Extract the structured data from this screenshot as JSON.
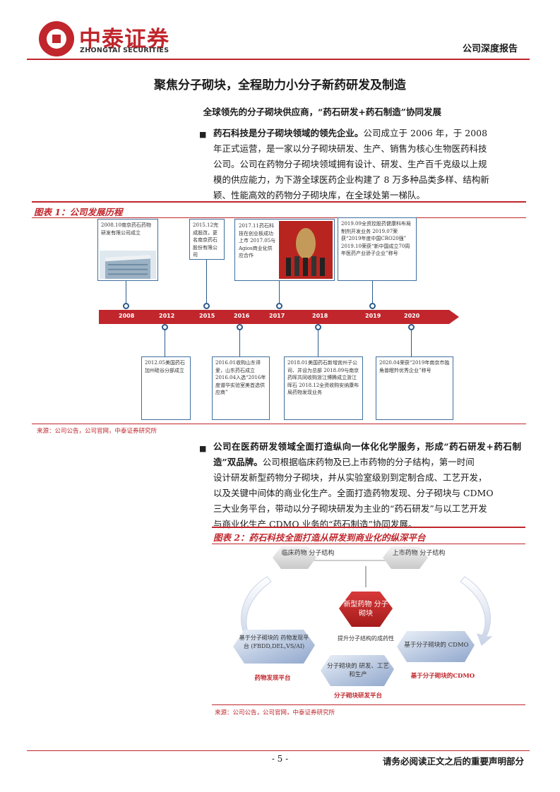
{
  "header": {
    "brand_cn": "中泰证券",
    "brand_en": "ZHONGTAI SECURITIES",
    "report_type": "公司深度报告"
  },
  "section_title": "聚焦分子砌块，全程助力小分子新药研发及制造",
  "section_subtitle": "全球领先的分子砌块供应商，“药石研发+药石制造”协同发展",
  "bullet1": {
    "bold": "药石科技是分子砌块领域的领先企业。",
    "lines": [
      "公司成立于 2006 年，于 2008",
      "年正式运营，是一家以分子砌块研发、生产、销售为核心生物医药科技",
      "公司。公司在药物分子砌块领域拥有设计、研发、生产百千克级以上规",
      "模的供应能力，为下游全球医药企业构建了 8 万多种品类多样、结构新",
      "颖、性能高效的药物分子砌块库，在全球处第一梯队。"
    ]
  },
  "fig1": {
    "title": "图表 1：公司发展历程",
    "source": "来源：公司公告，公司官网，中泰证券研究所",
    "years": [
      "2008",
      "2012",
      "2015",
      "2016",
      "2017",
      "2018",
      "2019",
      "2020"
    ],
    "top_boxes": [
      {
        "year": "2008",
        "text": "2008.10南京药石药物研发有限公司成立"
      },
      {
        "year": "2015",
        "text": "2015.12完成股改，更名南京药石股份有限公司"
      },
      {
        "year": "2017",
        "text": "2017.11药石科技在创业板成功上市 2017.05与Agios商业化供应合作"
      },
      {
        "year": "2019",
        "text": "2019.09全资控股药健康科布局制剂开发业务 2019.07荣获“2019年度中国CRO20强” 2019.10荣获“新中国成立70周年医药产业骄子企业”称号"
      }
    ],
    "bottom_boxes": [
      {
        "year": "2012",
        "text": "2012.05美国药石加州硅谷分部成立"
      },
      {
        "year": "2016",
        "text": "2016.01收购山东谛爱，山东药石成立 2016.04入选“2016年度谱华实验室美首选供应商”"
      },
      {
        "year": "2018",
        "text": "2018.01美国药石新增宾州子公司、并设为总部 2018.09与南京药晖共同收购浙江博腾成立浙江晖石 2018.12全资收购安纳康布局药物发现业务"
      },
      {
        "year": "2020",
        "text": "2020.04荣获“2019年南京市独角兽瞪羚优秀企业”称号"
      }
    ],
    "colors": {
      "bar": "#c0262c",
      "line": "#2b5a8a"
    }
  },
  "bullet2": {
    "bold": "公司在医药研发领域全面打造纵向一体化化学服务，形成“药石研发+药石制造”双品牌。",
    "lines": [
      "公司根据临床药物及已上市药物的分子结构，第一时间",
      "设计研发新型药物分子砌块，并从实验室级别到定制合成、工艺开发，",
      "以及关键中间体的商业化生产。全面打造药物发现、分子砌块与 CDMO",
      "三大业务平台，带动以分子砌块研发为主业的“药石研发”与以工艺开发",
      "与商业化生产 CDMO 业务的“药石制造”协同发展。"
    ]
  },
  "fig2": {
    "title": "图表 2：药石科技全面打造从研发到商业化的纵深平台",
    "source": "来源：公司公告，公司官网，中泰证券研究所",
    "node_clinical": "临床药物 分子结构",
    "node_marketed": "上市药物 分子结构",
    "node_center": "新型药物 分子砌块",
    "node_center_caption": "提升分子结构的成药性",
    "node_discovery": "基于分子砌块的 药物发现平台 (FBDD,DEL,VS/AI)",
    "node_discovery_caption": "药物发现平台",
    "node_process": "分子砌块的 研发、工艺和生产",
    "node_process_caption": "分子砌块研发平台",
    "node_cdmo": "基于分子砌块的 CDMO",
    "node_cdmo_caption": "基于分子砌块的CDMO"
  },
  "footer": {
    "page": "- 5 -",
    "note": "请务必阅读正文之后的重要声明部分"
  }
}
